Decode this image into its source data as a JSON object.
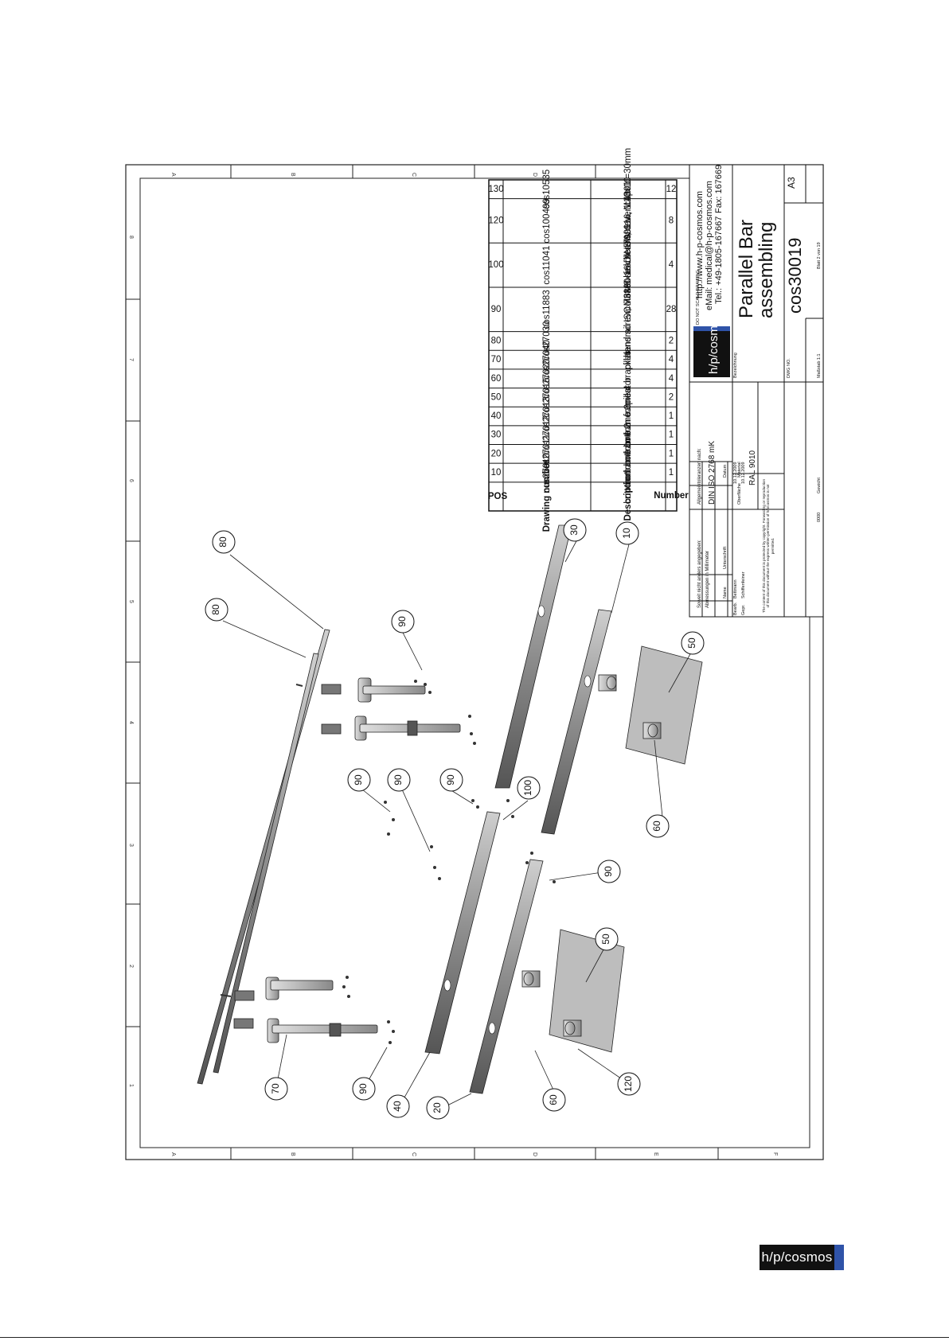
{
  "drawing": {
    "title_line1": "Parallel Bar",
    "title_line2": "assembling",
    "drawing_no": "cos30019",
    "sheet_size": "A3",
    "sheet_info": "Blatt 2 von 19",
    "scale": "Maßstab 1:1",
    "dwg_label": "DWG NO.",
    "bezeichnung_label": "Bezeichnung",
    "do_not_scale": "DO NOT SCALE DRAWING",
    "tolerance_label": "Allgemeintoleranzen nach:",
    "tolerance_value": "DIN ISO 2768 mK",
    "unit_note_1": "Soweit nicht anders angegeben:",
    "unit_note_2": "Abmessungen in Millimeter",
    "surface_label": "Oberfläche",
    "surface_value": "RAL 9010",
    "material_label": "Material",
    "weight_label": "Gewicht",
    "weight_value": "0000",
    "company": {
      "logo": "h/p/cosmos",
      "web": "http://www.h-p-cosmos.com",
      "email": "eMail: medical@h-p-cosmos.com",
      "tel": "Tel.: +49-1805-167667",
      "fax": "Fax: 167669"
    },
    "signature_block": {
      "col_name": "Name",
      "col_sign": "Unterschrift",
      "col_date": "Datum",
      "rows": [
        {
          "role": "Bearb.",
          "name": "Bettmann",
          "date": "10.12.2009"
        },
        {
          "role": "Gepr.",
          "name": "Schiffenfeiner",
          "date": "10.12.2009"
        }
      ]
    },
    "copyright_note": "The content of this document is protected by copyright. Forwarding or reproduction of this document without the express written permission of h/p/cosmos is not permitted.",
    "grid_numbers": [
      "1",
      "2",
      "3",
      "4",
      "5",
      "6",
      "7",
      "8"
    ],
    "grid_letters": [
      "A",
      "B",
      "C",
      "D",
      "E",
      "F"
    ]
  },
  "bom": {
    "headers": {
      "pos": "POS",
      "drawing": "Drawing number",
      "desc": "Description",
      "num": "Number"
    },
    "rows": [
      {
        "pos": "130",
        "drawing": "cos10535",
        "desc": [
          "cover caps d=30mm"
        ],
        "num": "12"
      },
      {
        "pos": "120",
        "drawing": "cos100499",
        "desc": [
          "headless screw, M10x10",
          "DIN 916, 1.4301"
        ],
        "num": "8"
      },
      {
        "pos": "100",
        "drawing": "cos11041",
        "desc": [
          "counter sink screw,",
          "M8x16 DIN 7991"
        ],
        "num": "4"
      },
      {
        "pos": "90",
        "drawing": "cos11883",
        "desc": [
          "lens screw, M6x30",
          "ISO 7380"
        ],
        "num": "28"
      },
      {
        "pos": "80",
        "drawing": "cos27030",
        "desc": [
          "handrail"
        ],
        "num": "2"
      },
      {
        "pos": "70",
        "drawing": "cos27040",
        "desc": [
          "pillar"
        ],
        "num": "4"
      },
      {
        "pos": "60",
        "drawing": "cos27020",
        "desc": [
          "pillar bracket"
        ],
        "num": "4"
      },
      {
        "pos": "50",
        "drawing": "cos27016",
        "desc": [
          "connector"
        ],
        "num": "2"
      },
      {
        "pos": "40",
        "drawing": "cos27013",
        "desc": [
          "bottom frame 4"
        ],
        "num": "1"
      },
      {
        "pos": "30",
        "drawing": "cos27012",
        "desc": [
          "bottom frame 3"
        ],
        "num": "1"
      },
      {
        "pos": "20",
        "drawing": "cos27011",
        "desc": [
          "bottom frame 2"
        ],
        "num": "1"
      },
      {
        "pos": "10",
        "drawing": "cos27010",
        "desc": [
          "bottom frame 1"
        ],
        "num": "1"
      }
    ]
  },
  "balloons": [
    "80",
    "80",
    "90",
    "30",
    "10",
    "90",
    "90",
    "90",
    "100",
    "50",
    "60",
    "90",
    "50",
    "70",
    "90",
    "40",
    "20",
    "60",
    "120"
  ],
  "footer": {
    "logo": "h/p/cosmos"
  }
}
